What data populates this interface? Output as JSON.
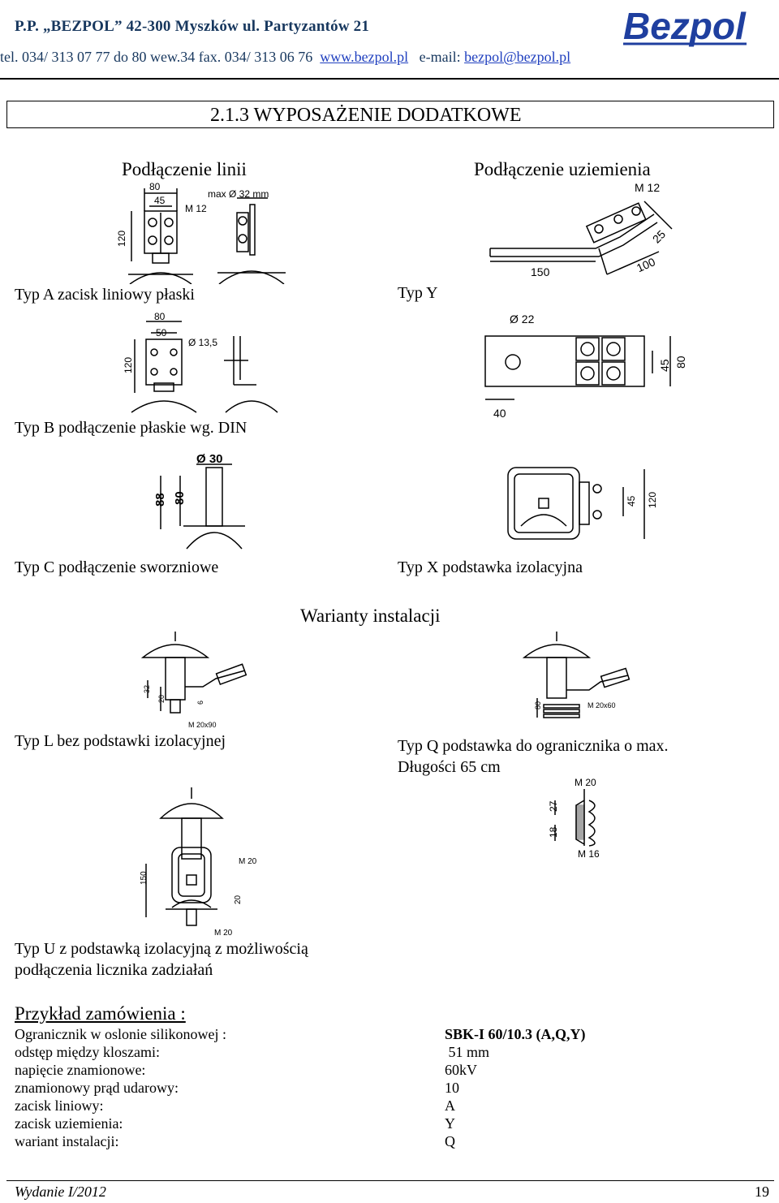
{
  "header": {
    "line1": "P.P. „BEZPOL”   42-300 Myszków   ul. Partyzantów 21",
    "phone": "tel. 034/ 313 07 77 do 80  wew.34   fax. 034/ 313 06 76",
    "website": "www.bezpol.pl",
    "email_label": "e-mail:",
    "email": "bezpol@bezpol.pl",
    "logo_text": "Bezpol"
  },
  "section_title": "2.1.3 WYPOSAŻENIE DODATKOWE",
  "columns": {
    "left": "Podłączenie linii",
    "right": "Podłączenie uziemienia"
  },
  "types": {
    "A": "Typ A zacisk liniowy płaski",
    "Y": "Typ Y",
    "B": "Typ B podłączenie płaskie wg. DIN",
    "C": "Typ C podłączenie sworzniowe",
    "X": "Typ X podstawka izolacyjna",
    "variants": "Warianty instalacji",
    "L": "Typ L bez podstawki izolacyjnej",
    "Q_line1": "Typ  Q  podstawka  do  ogranicznika  o  max.",
    "Q_line2": "Długości 65 cm",
    "U_line1": "Typ  U  z  podstawką  izolacyjną  z  możliwością",
    "U_line2": "podłączenia licznika zadziałań"
  },
  "dims": {
    "a_80": "80",
    "a_45": "45",
    "a_max": "max Ø 32 mm",
    "a_m12": "M 12",
    "a_120": "120",
    "y_m12": "M 12",
    "y_25": "25",
    "y_150": "150",
    "y_100": "100",
    "b_80": "80",
    "b_50": "50",
    "b_d": "Ø 13,5",
    "b_120": "120",
    "y2_d": "Ø 22",
    "y2_45": "45",
    "y2_80": "80",
    "y2_40": "40",
    "c_d": "Ø 30",
    "c_88": "88",
    "c_80": "80",
    "x_45": "45",
    "x_120": "120",
    "l_32": "32",
    "l_20": "20",
    "l_6": "6",
    "l_m": "M 20x90",
    "q_80": "80",
    "q_m": "M 20x60",
    "q2_m20": "M 20",
    "q2_27": "27",
    "q2_18": "18",
    "q2_m16": "M 16",
    "u_m20a": "M 20",
    "u_150": "150",
    "u_20": "20",
    "u_m20b": "M 20"
  },
  "order": {
    "title": "Przykład zamówienia :",
    "rows": [
      {
        "label": "Ogranicznik w oslonie silikonowej :",
        "value": "SBK-I 60/10.3 (A,Q,Y)"
      },
      {
        "label": "odstęp między kloszami:",
        "value": " 51 mm"
      },
      {
        "label": "napięcie znamionowe:",
        "value": "60kV"
      },
      {
        "label": "znamionowy prąd udarowy:",
        "value": "10"
      },
      {
        "label": "zacisk liniowy:",
        "value": "A"
      },
      {
        "label": "zacisk uziemienia:",
        "value": "Y"
      },
      {
        "label": "wariant instalacji:",
        "value": "Q"
      }
    ]
  },
  "footer": {
    "edition": "Wydanie I/2012",
    "page": "19"
  }
}
